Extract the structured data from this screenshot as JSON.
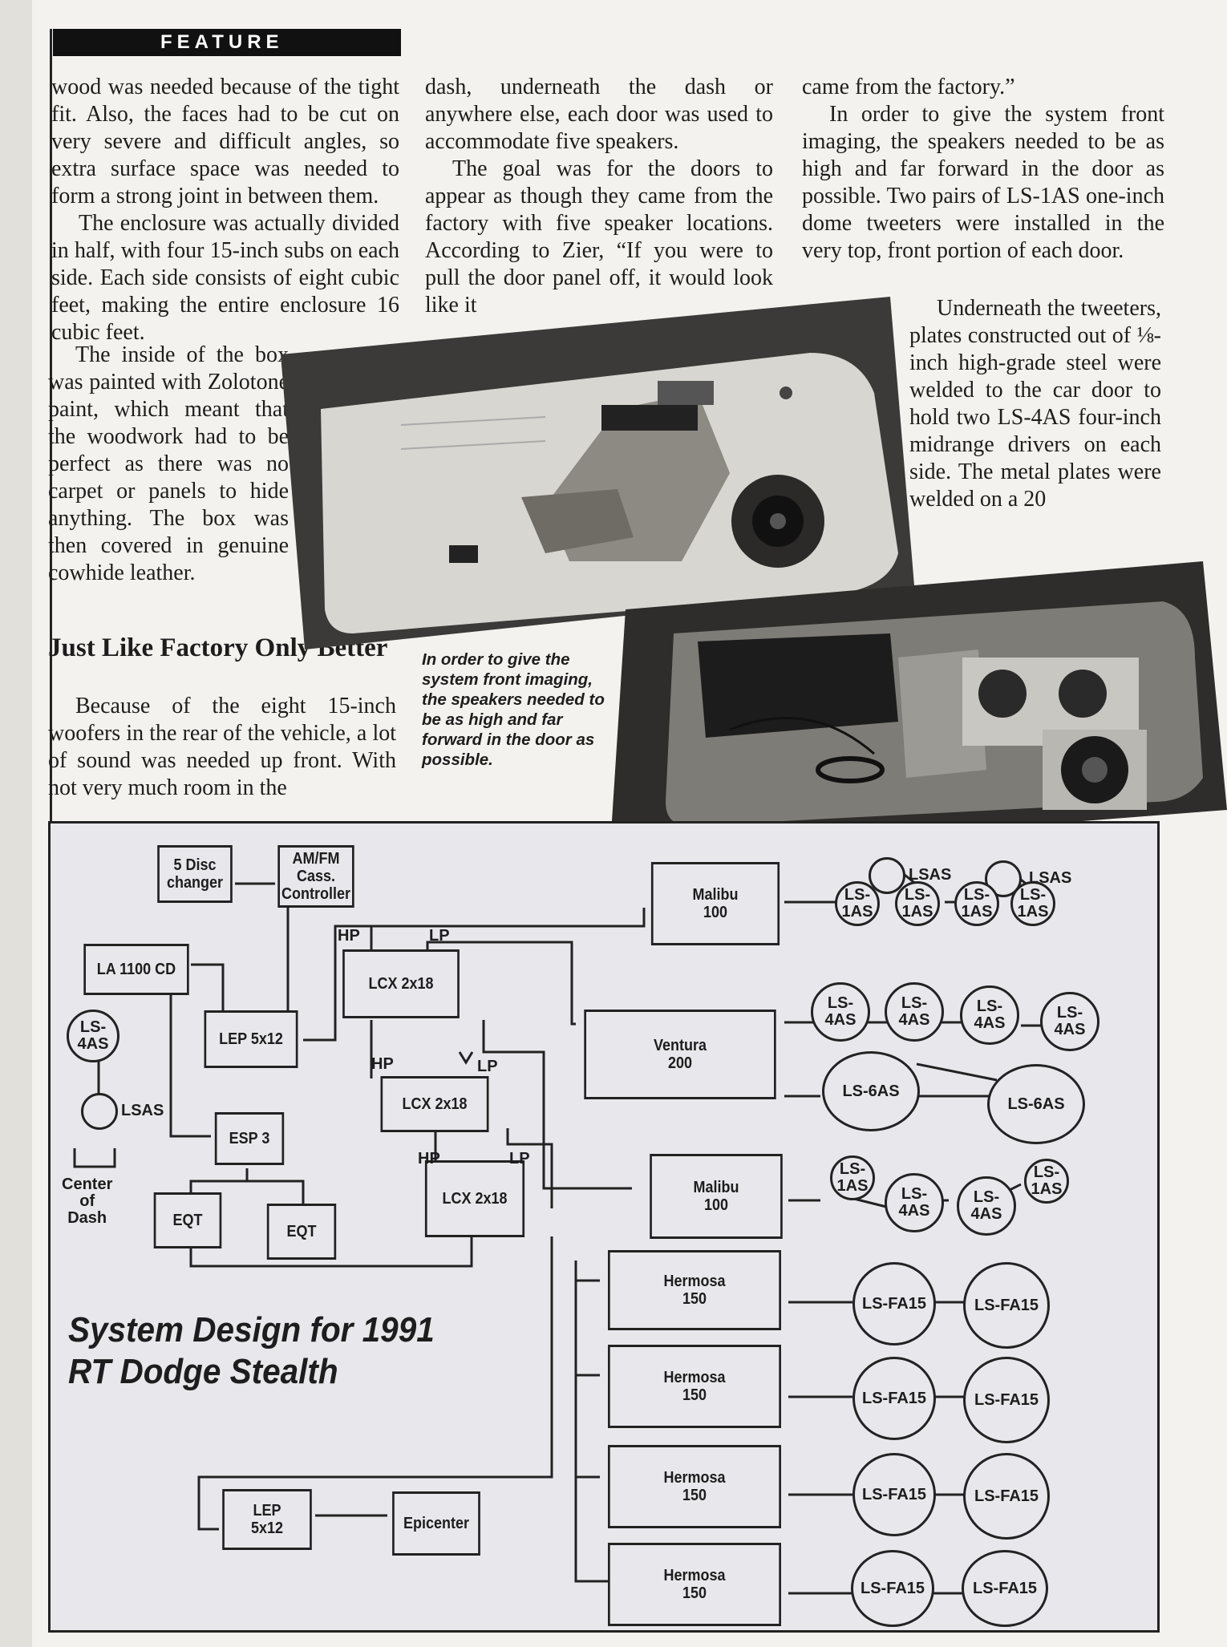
{
  "header": {
    "section": "FEATURE"
  },
  "columns": {
    "col1": [
      "wood was needed because of the tight fit. Also, the faces had to be cut on very severe and difficult angles, so extra surface space was needed to form a strong joint in between them.",
      "The enclosure was actually divided in half, with four 15-inch subs on each side. Each side consists of eight cubic feet, making the entire enclosure 16 cubic feet.",
      "The inside of the box was painted with Zolotone paint, which meant that the woodwork had to be perfect as there was no carpet or panels to hide anything. The box was then covered in genuine cowhide leather."
    ],
    "col2": [
      "dash, underneath the dash or anywhere else, each door was used to accommodate five speakers.",
      "The goal was for the doors to appear as though they came from the factory with five speaker locations. According to Zier, “If you were to pull the door panel off, it would look like it"
    ],
    "col3": [
      "came from the factory.”",
      "In order to give the system front imaging, the speakers needed to be as high and far forward in the door as possible. Two pairs of LS-1AS one-inch dome tweeters were installed in the very top, front portion of each door."
    ],
    "col3b": "Underneath the tweeters, plates constructed out of ⅛-inch high-grade steel were welded to the car door to hold two LS-4AS four-inch midrange drivers on each side. The metal plates were welded on a 20",
    "subhead": "Just Like Factory Only Better",
    "col1b": "Because of the eight 15-inch woofers in the rear of the vehicle, a lot of sound was needed up front. With not very much room in the"
  },
  "caption": "In order to give the system front imaging, the speakers needed to be as high and far forward in the door as possible.",
  "diagram": {
    "title": "System Design for 1991 RT Dodge Stealth",
    "blocks": {
      "disc": "5 Disc\nchanger",
      "amfm": "AM/FM\nCass.\nController",
      "la1100": "LA 1100 CD",
      "lep1": "LEP 5x12",
      "esp": "ESP 3",
      "eqt1": "EQT",
      "eqt2": "EQT",
      "lcx1": "LCX 2x18",
      "lcx2": "LCX 2x18",
      "lcx3": "LCX 2x18",
      "malibu1": "Malibu\n100",
      "ventura": "Ventura\n200",
      "malibu2": "Malibu\n100",
      "hermosa1": "Hermosa\n150",
      "hermosa2": "Hermosa\n150",
      "hermosa3": "Hermosa\n150",
      "hermosa4": "Hermosa\n150",
      "lep2": "LEP\n5x12",
      "epicenter": "Epicenter"
    },
    "labels": {
      "hp": "HP",
      "lp": "LP",
      "lsas": "LSAS",
      "center": "Center\nof\nDash"
    },
    "speakers": {
      "ls4as": "LS-\n4AS",
      "ls1as": "LS-\n1AS",
      "ls6as": "LS-6AS",
      "lsfa15": "LS-FA15"
    }
  },
  "colors": {
    "ink": "#1d1d1d",
    "paper": "#f3f2ee",
    "diagram_bg": "#e8e8ec"
  }
}
